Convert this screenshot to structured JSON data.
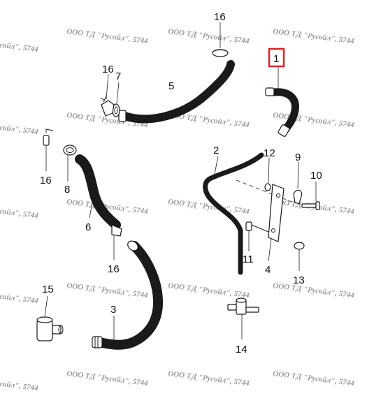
{
  "highlight_color": "#d9262b",
  "watermark_text": "ООО ТД \"Русойл\", 5744",
  "callouts": {
    "c1": "1",
    "c2": "2",
    "c3": "3",
    "c4": "4",
    "c5": "5",
    "c6": "6",
    "c7": "7",
    "c8": "8",
    "c9": "9",
    "c10": "10",
    "c11": "11",
    "c12": "12",
    "c13": "13",
    "c14": "14",
    "c15": "15",
    "c16a": "16",
    "c16b": "16",
    "c16c": "16",
    "c16d": "16"
  }
}
